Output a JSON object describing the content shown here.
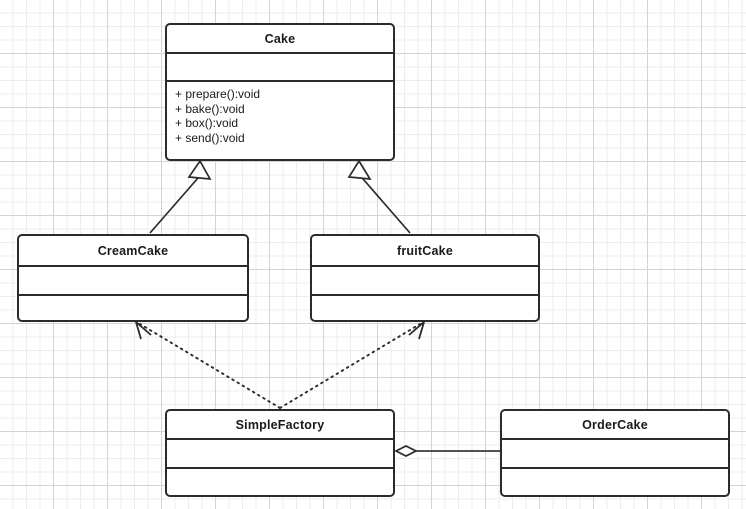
{
  "diagram": {
    "kind": "uml-class-diagram",
    "background": "#ffffff",
    "grid_minor_color": "#ededed",
    "grid_major_color": "#d4d4d4",
    "stroke_color": "#2b2b2b",
    "text_color": "#1a1a1a",
    "classes": [
      {
        "id": "cake",
        "name": "Cake",
        "attributes": [],
        "operations": [
          "+ prepare():void",
          "+ bake():void",
          "+ box():void",
          "+ send():void"
        ],
        "operations_text": "+ prepare():void\n+ bake():void\n+ box():void\n+ send():void"
      },
      {
        "id": "creamcake",
        "name": "CreamCake",
        "attributes": [],
        "operations": [],
        "operations_text": ""
      },
      {
        "id": "fruitcake",
        "name": "fruitCake",
        "attributes": [],
        "operations": [],
        "operations_text": ""
      },
      {
        "id": "simplefactory",
        "name": "SimpleFactory",
        "attributes": [],
        "operations": [],
        "operations_text": ""
      },
      {
        "id": "ordercake",
        "name": "OrderCake",
        "attributes": [],
        "operations": [],
        "operations_text": ""
      }
    ],
    "relationships": [
      {
        "id": "creamcake-extends-cake",
        "type": "generalization",
        "source": "creamcake",
        "target": "cake",
        "line": "solid",
        "arrow": "hollow-triangle"
      },
      {
        "id": "fruitcake-extends-cake",
        "type": "generalization",
        "source": "fruitcake",
        "target": "cake",
        "line": "solid",
        "arrow": "hollow-triangle"
      },
      {
        "id": "simplefactory-depends-creamcake",
        "type": "dependency",
        "source": "simplefactory",
        "target": "creamcake",
        "line": "dotted",
        "arrow": "open"
      },
      {
        "id": "simplefactory-depends-fruitcake",
        "type": "dependency",
        "source": "simplefactory",
        "target": "fruitcake",
        "line": "dotted",
        "arrow": "open"
      },
      {
        "id": "ordercake-aggregates-simplefactory",
        "type": "aggregation",
        "source": "ordercake",
        "target": "simplefactory",
        "line": "solid",
        "arrow": "hollow-diamond"
      }
    ]
  }
}
